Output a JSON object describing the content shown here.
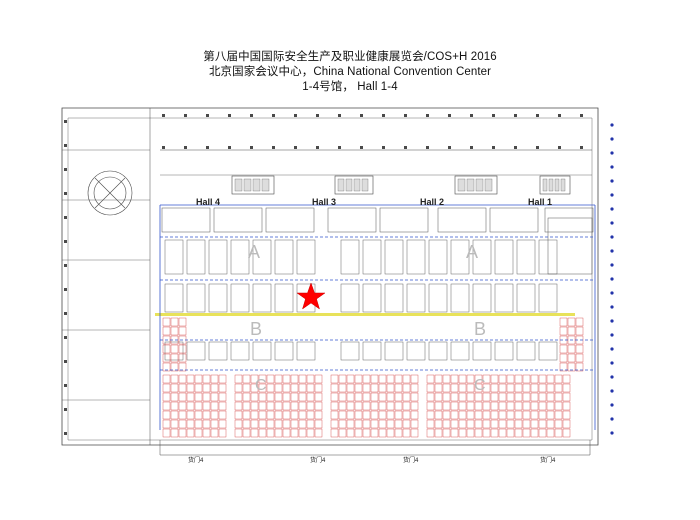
{
  "header": {
    "title_line1": "第八届中国国际安全生产及职业健康展览会/COS+H 2016",
    "title_line2": "北京国家会议中心，China National Convention Center",
    "title_line3": "1-4号馆，  Hall 1-4"
  },
  "halls": [
    {
      "label": "Hall 4"
    },
    {
      "label": "Hall 3"
    },
    {
      "label": "Hall 2"
    },
    {
      "label": "Hall 1"
    }
  ],
  "zones": {
    "a": "A",
    "b": "B",
    "c": "C"
  },
  "gates": [
    {
      "label": "货门4"
    },
    {
      "label": "货门4"
    },
    {
      "label": "货门4"
    },
    {
      "label": "货门4"
    }
  ],
  "colors": {
    "line": "#4a4a4a",
    "booth": "#555555",
    "aisle_yellow": "#e8e25a",
    "path_blue": "#3355cc",
    "dots_blue": "#2233aa",
    "green": "#2a9a3a",
    "booth_red": "#cc2222",
    "marker": "#ff0000"
  },
  "marker": {
    "icon": "star-icon"
  }
}
